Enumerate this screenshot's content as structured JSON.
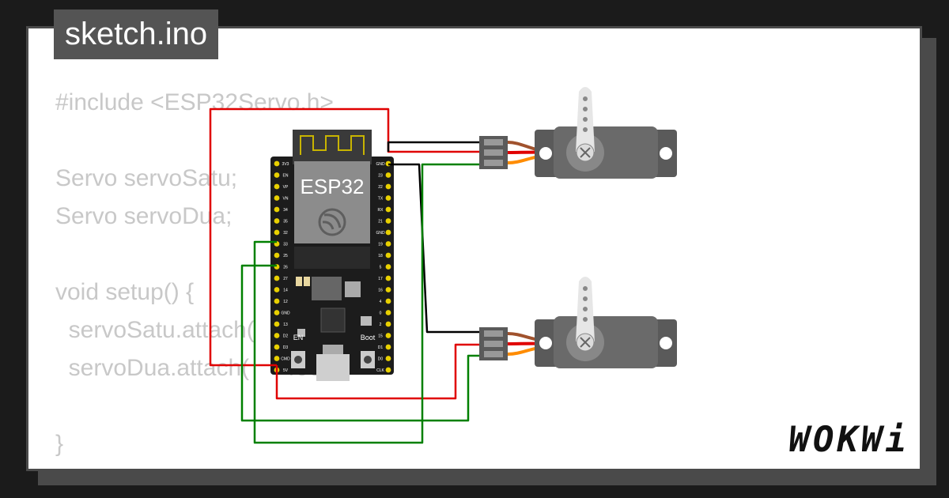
{
  "file_tab": {
    "label": "sketch.ino"
  },
  "code_lines": [
    "#include <ESP32Servo.h>",
    "",
    "Servo servoSatu;",
    "Servo servoDua;",
    "",
    "void setup() {",
    "  servoSatu.attach(    400);",
    "  servoDua.attach(     400);",
    "",
    "}"
  ],
  "board": {
    "chip_label": "ESP32",
    "en_label": "EN",
    "boot_label": "Boot",
    "left_pins": [
      "3V3",
      "EN",
      "VP",
      "VN",
      "34",
      "35",
      "32",
      "33",
      "25",
      "26",
      "27",
      "14",
      "12",
      "GND",
      "13",
      "D2",
      "D3",
      "CMD",
      "5V"
    ],
    "right_pins": [
      "GND",
      "23",
      "22",
      "TX",
      "RX",
      "21",
      "GND",
      "19",
      "18",
      "5",
      "17",
      "16",
      "4",
      "0",
      "2",
      "15",
      "D1",
      "D0",
      "CLK"
    ]
  },
  "wire_colors": {
    "power": "#e00000",
    "ground": "#000000",
    "signal": "#008000"
  },
  "brand": {
    "logo": "WOKWi"
  }
}
